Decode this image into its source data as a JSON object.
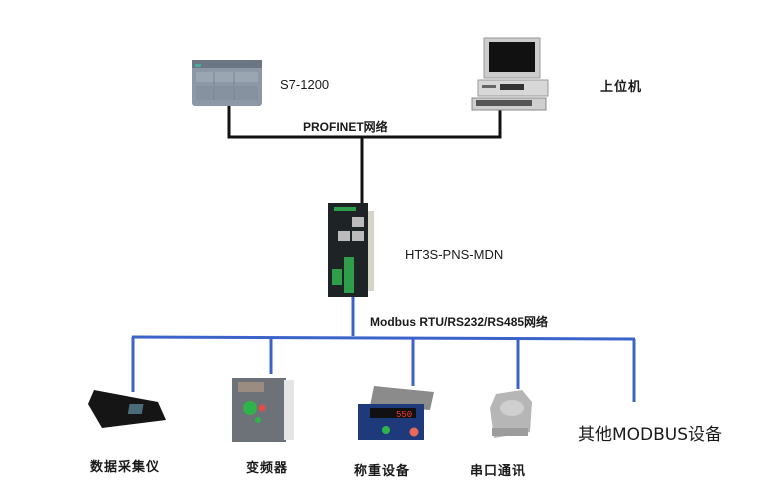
{
  "diagram": {
    "top_nodes": {
      "plc": {
        "label": "S7-1200"
      },
      "host": {
        "label": "上位机"
      }
    },
    "profinet_label": "PROFINET网络",
    "gateway": {
      "label": "HT3S-PNS-MDN"
    },
    "modbus_label": "Modbus RTU/RS232/RS485网络",
    "devices": [
      {
        "label": "数据采集仪"
      },
      {
        "label": "变频器"
      },
      {
        "label": "称重设备"
      },
      {
        "label": "串口通讯"
      },
      {
        "label": "其他MODBUS设备"
      }
    ],
    "colors": {
      "profinet_line": "#111111",
      "modbus_line": "#3b63c9",
      "plc_body": "#8a95a3",
      "gateway_body": "#1e2326",
      "terminal_green": "#2f9e4a"
    },
    "meter_display": "550"
  }
}
